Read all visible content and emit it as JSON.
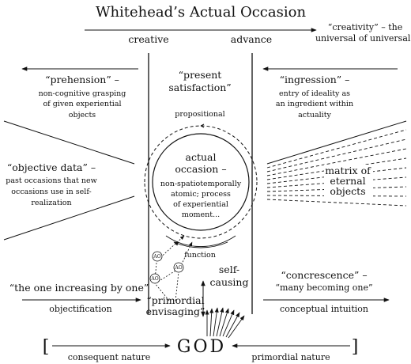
{
  "title": "Whitehead’s Actual Occasion",
  "creative_advance": {
    "left": "creative",
    "right": "advance"
  },
  "creativity": {
    "line1": "“creativity” – the",
    "line2": "universal of universals"
  },
  "prehension": {
    "heading": "“prehension” –",
    "lines": [
      "non-cognitive grasping",
      "of given experiential",
      "objects"
    ]
  },
  "present_satisfaction": {
    "line1": "“present",
    "line2": "satisfaction”"
  },
  "ingression": {
    "heading": "“ingression” –",
    "lines": [
      "entry of ideality as",
      "an ingredient within",
      "actuality"
    ]
  },
  "propositional": "propositional",
  "actual_occasion": {
    "line1": "actual",
    "line2": "occasion –",
    "lines": [
      "non-spatiotemporally",
      "atomic; process",
      "of experiential",
      "moment..."
    ]
  },
  "objective_data": {
    "heading": "“objective data” –",
    "lines": [
      "past occasions that new",
      "occasions use in self-",
      "realization"
    ]
  },
  "matrix": {
    "line1": "matrix of",
    "line2": "eternal",
    "line3": "objects"
  },
  "function": "function",
  "ac_label": "AO",
  "self_causing": {
    "line1": "self-",
    "line2": "causing"
  },
  "one_increasing": "“the one increasing by one”",
  "objectification": "objectification",
  "concrescence": {
    "line1": "“concrescence” –",
    "line2": "“many becoming one”"
  },
  "conceptual_intuition": "conceptual intuition",
  "primordial_envisaging": {
    "line1": "“primordial",
    "line2": "envisaging”"
  },
  "god": "GOD",
  "consequent_nature": "consequent nature",
  "primordial_nature": "primordial nature",
  "bracket_left": "[",
  "bracket_right": "]"
}
